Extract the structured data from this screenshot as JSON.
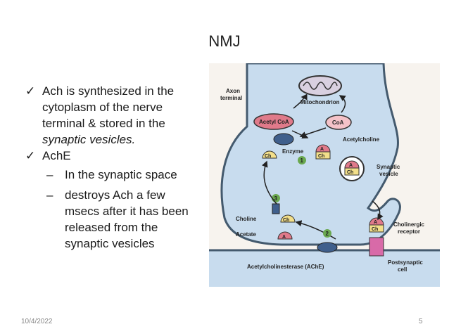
{
  "title": "NMJ",
  "bullets": {
    "b1_line1": "Ach is synthesized in the",
    "b1_line2": "cytoplasm of the nerve",
    "b1_line3": "terminal & stored in the",
    "b1_line4": "synaptic vesicles.",
    "b2": "AchE",
    "sub1": "In the synaptic space",
    "sub2_line1": "destroys Ach a few",
    "sub2_line2": "msecs after it has been",
    "sub2_line3": "released from the",
    "sub2_line4": "synaptic vesicles",
    "check_glyph": "✓",
    "dash_glyph": "–"
  },
  "diagram": {
    "axon_terminal_1": "Axon",
    "axon_terminal_2": "terminal",
    "mitochondrion": "Mitochondrion",
    "acetyl_coa": "Acetyl CoA",
    "coa": "CoA",
    "acetylcholine": "Acetylcholine",
    "enzyme": "Enzyme",
    "a": "A",
    "ch": "Ch",
    "synaptic_vesicle_1": "Synaptic",
    "synaptic_vesicle_2": "vesicle",
    "choline": "Choline",
    "acetate": "Acetate",
    "cholinergic_receptor_1": "Cholinergic",
    "cholinergic_receptor_2": "receptor",
    "postsynaptic_cell_1": "Postsynaptic",
    "postsynaptic_cell_2": "cell",
    "ache": "Acetylcholinesterase (AChE)",
    "step1": "1",
    "step2": "2",
    "step3": "3"
  },
  "footer": {
    "date": "10/4/2022",
    "page": "5"
  }
}
